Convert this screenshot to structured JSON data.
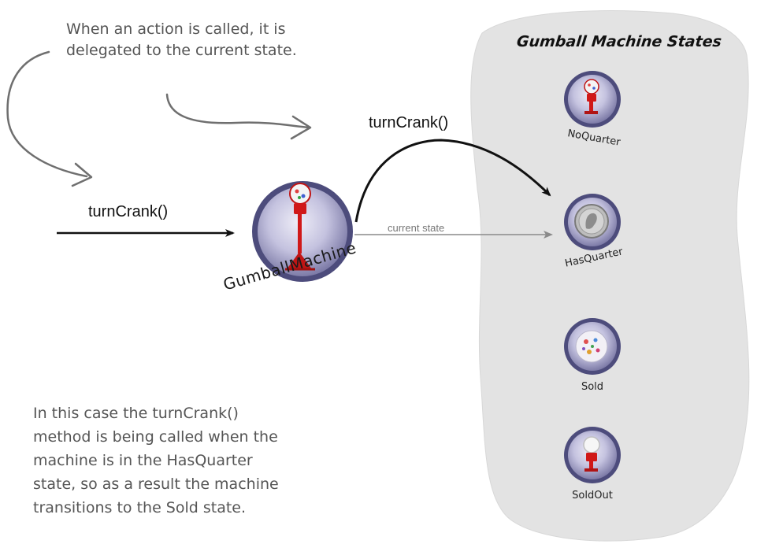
{
  "notes": {
    "top": "When an action is called, it is\ndelegated to the current state.",
    "bottom": "In this case the turnCrank()\nmethod is being called when the\nmachine is in the HasQuarter\nstate, so as a result  the machine\ntransitions to the Sold state."
  },
  "calls": {
    "incoming": "turnCrank()",
    "delegated": "turnCrank()",
    "current_state": "current state"
  },
  "context": {
    "name": "GumballMachine",
    "icon": "gumball-machine-icon"
  },
  "states_panel": {
    "title": "Gumball Machine States",
    "states": [
      {
        "name": "NoQuarter",
        "icon": "gumball-machine-icon"
      },
      {
        "name": "HasQuarter",
        "icon": "quarter-coin-icon"
      },
      {
        "name": "Sold",
        "icon": "gumball-icon"
      },
      {
        "name": "SoldOut",
        "icon": "empty-gumball-machine-icon"
      }
    ]
  },
  "colors": {
    "panel": "#e3e3e3",
    "orb_rim": "#4d4c7c",
    "orb_fill": "#b9b7d6",
    "machine_red": "#d01818",
    "sketch_arrow": "#6f6f6f"
  }
}
